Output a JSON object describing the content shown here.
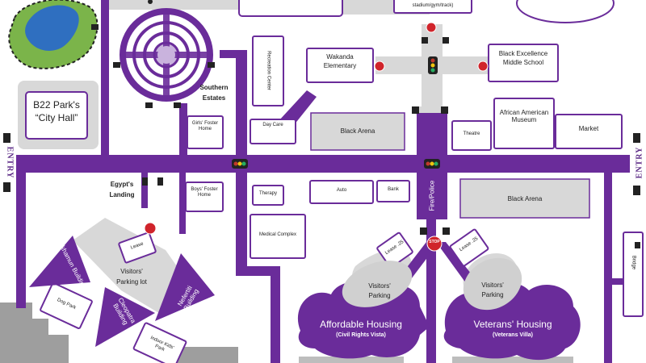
{
  "labels": {
    "stadium": "stadium/gym/track)",
    "city_hall_line1": "B22 Park's",
    "city_hall_line2": "“City Hall”",
    "southern_estates_line1": "Southern",
    "southern_estates_line2": "Estates",
    "recreation_center": "Recreation Center",
    "wakanda_line1": "Wakanda",
    "wakanda_line2": "Elementary",
    "black_excellence_line1": "Black Excellence",
    "black_excellence_line2": "Middle School",
    "girls_foster_home": "Girls' Foster Home",
    "day_care": "Day Care",
    "black_arena_top": "Black Arena",
    "theatre": "Theatre",
    "african_museum": "African American Museum",
    "market": "Market",
    "egypts_landing_line1": "Egypt's",
    "egypts_landing_line2": "Landing",
    "boys_foster_home": "Boys' Foster Home",
    "therapy": "Therapy",
    "auto": "Auto",
    "bank": "Bank",
    "fire_police": "Fire/Police",
    "black_arena_bottom": "Black Arena",
    "medical_complex": "Medical Complex",
    "tutankhamun": "Tutankhamun Building",
    "visitors_lot_line1": "Visitors'",
    "visitors_lot_line2": "Parking lot",
    "lease1": "Lease",
    "lease2": "Lease .25",
    "lease3": "Lease .25",
    "dog_park": "Dog Park",
    "cleopatra": "Cleopatra Building",
    "nefertiti": "Nefertiti Building",
    "indoor_kids_park": "Indoor Kids' Park",
    "visitors_parking_1_line1": "Visitors'",
    "visitors_parking_1_line2": "Parking",
    "visitors_parking_2_line1": "Visitors'",
    "visitors_parking_2_line2": "Parking",
    "affordable_housing": "Affordable Housing",
    "affordable_sub": "(Civil Rights Vista)",
    "veterans_housing": "Veterans' Housing",
    "veterans_sub": "(Veterans Villa)",
    "entry_left": "ENTRY",
    "entry_right": "ENTRY",
    "right_small": "Bridge",
    "stop": "STOP"
  },
  "colors": {
    "road": "#6a2c9a",
    "building_border": "#6a2c9a",
    "parking": "#d8d8d8",
    "water": "#2f6fc0",
    "grass": "#7bb44a"
  }
}
